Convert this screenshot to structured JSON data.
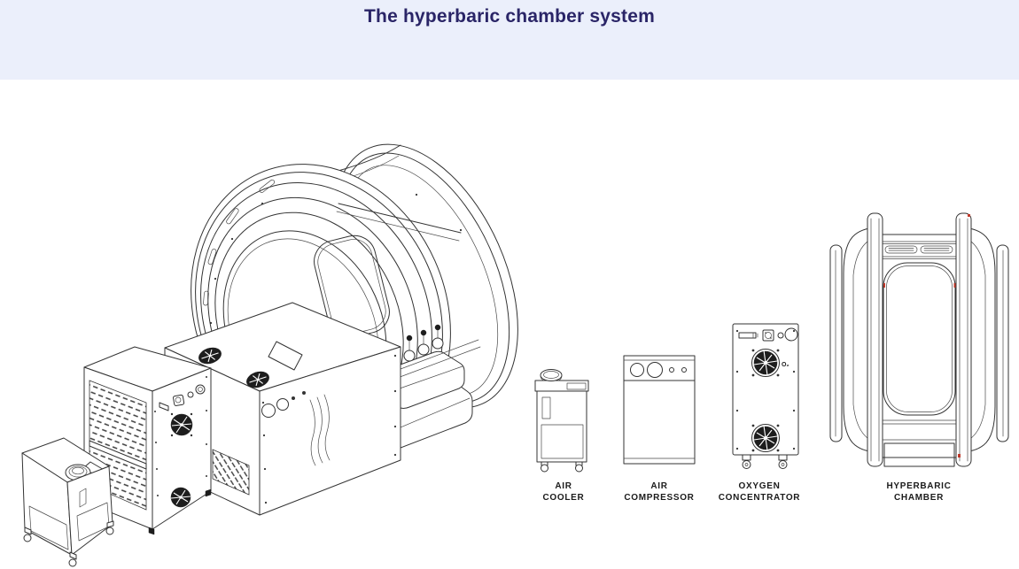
{
  "header": {
    "title": "The hyperbaric chamber system"
  },
  "colors": {
    "header_background": "#EBEFFB",
    "title_text": "#2A2567",
    "line_art": "#333333",
    "label_text": "#1B1B1B",
    "page_background": "#FFFFFF",
    "accent_marks": "#C0392B"
  },
  "diagram": {
    "illustrations": {
      "main": "system-assembly-isometric",
      "thumbnails": [
        "air-cooler-front",
        "air-compressor-front",
        "oxygen-concentrator-front",
        "hyperbaric-chamber-side"
      ]
    },
    "components": [
      {
        "id": "air-cooler",
        "label_lines": [
          "AIR",
          "COOLER"
        ]
      },
      {
        "id": "air-compressor",
        "label_lines": [
          "AIR",
          "COMPRESSOR"
        ]
      },
      {
        "id": "oxygen-concentrator",
        "label_lines": [
          "OXYGEN",
          "CONCENTRATOR"
        ],
        "marking": "O₂"
      },
      {
        "id": "hyperbaric-chamber",
        "label_lines": [
          "HYPERBARIC",
          "CHAMBER"
        ]
      }
    ]
  }
}
